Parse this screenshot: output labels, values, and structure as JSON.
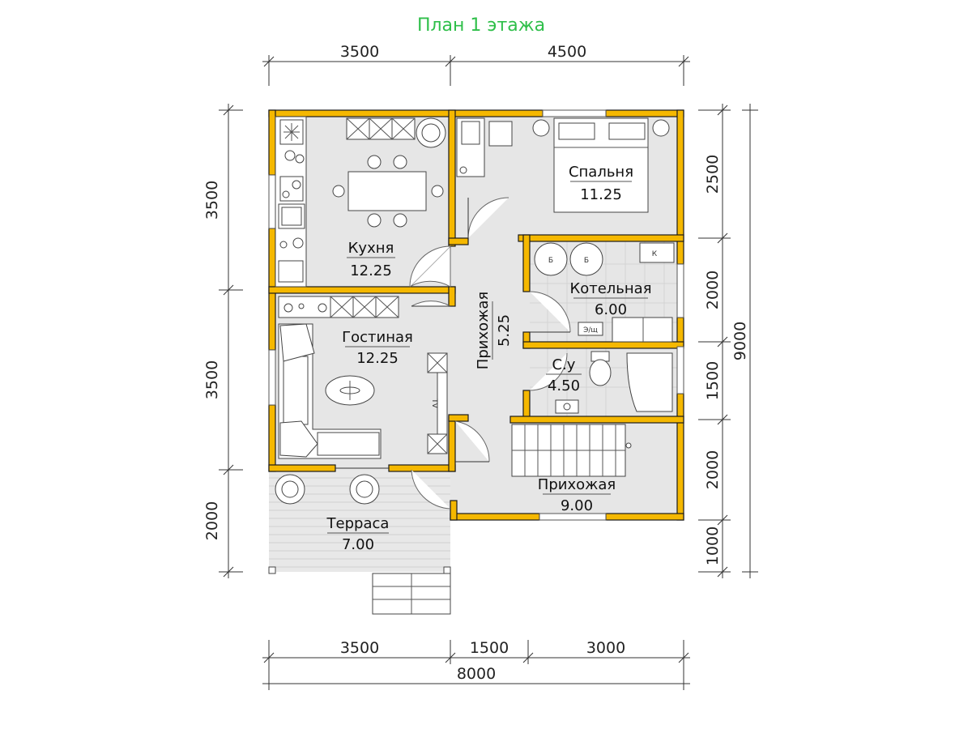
{
  "title": "План 1 этажа",
  "colors": {
    "wall": "#f5b800",
    "title": "#2fbf4a",
    "floor": "#e6e6e6"
  },
  "dimensions": {
    "top": [
      "3500",
      "4500"
    ],
    "bottom": [
      "3500",
      "1500",
      "3000"
    ],
    "bottom_total": "8000",
    "left": [
      "3500",
      "3500",
      "2000"
    ],
    "right": [
      "2500",
      "2000",
      "1500",
      "2000",
      "1000"
    ],
    "right_total": "9000"
  },
  "rooms": {
    "kitchen": {
      "name": "Кухня",
      "area": "12.25"
    },
    "bedroom": {
      "name": "Спальня",
      "area": "11.25"
    },
    "boiler": {
      "name": "Котельная",
      "area": "6.00"
    },
    "living": {
      "name": "Гостиная",
      "area": "12.25"
    },
    "hall_vertical": {
      "name": "Прихожая",
      "area": "5.25"
    },
    "bathroom": {
      "name": "С.у",
      "area": "4.50"
    },
    "hall_lower": {
      "name": "Прихожая",
      "area": "9.00"
    },
    "terrace": {
      "name": "Терраса",
      "area": "7.00"
    }
  },
  "labels": {
    "boiler_b1": "Б",
    "boiler_b2": "Б",
    "boiler_k": "К",
    "panel": "Э/щ",
    "tv": "TV"
  }
}
